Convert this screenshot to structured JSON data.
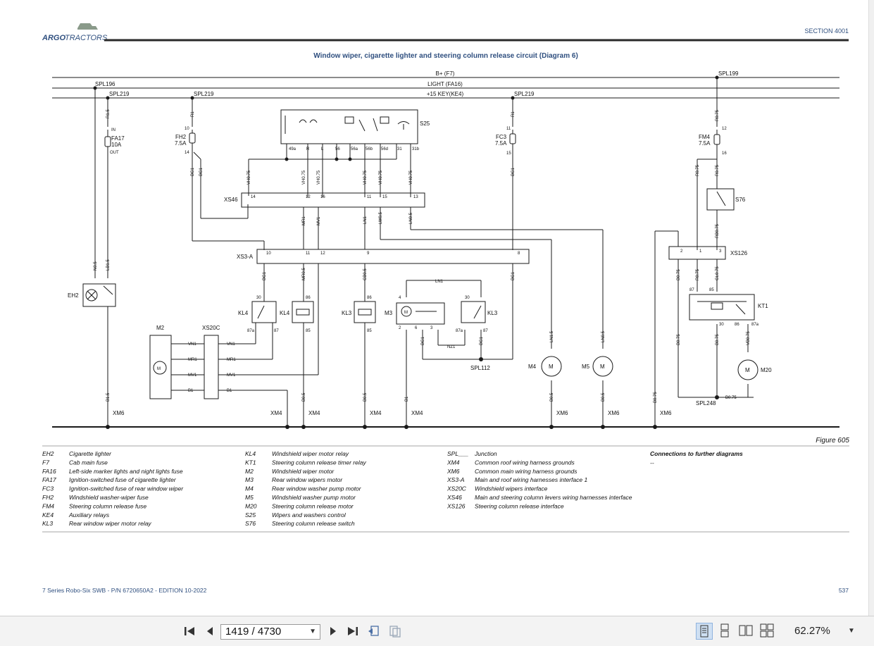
{
  "header": {
    "brand_main": "ARGO",
    "brand_sub": "TRACTORS",
    "section": "SECTION 4001",
    "title": "Window wiper, cigarette lighter and steering column release circuit (Diagram 6)"
  },
  "diagram": {
    "bus": {
      "b_plus": "B+ (F7)",
      "light": "LIGHT (FA16)",
      "key": "+15 KEY(KE4)",
      "spl196": "SPL196",
      "spl219": "SPL219",
      "spl199": "SPL199"
    },
    "fuses": {
      "fa17": "FA17",
      "fa17_rating": "10A",
      "fa17_in": "IN",
      "fa17_out": "OUT",
      "fh2": "FH2",
      "fh2_rating": "7.5A",
      "fh2_pin_top": "10",
      "fh2_pin_bot": "14",
      "fc3": "FC3",
      "fc3_rating": "7.5A",
      "fc3_pin_top": "11",
      "fc3_pin_bot": "15",
      "fm4": "FM4",
      "fm4_rating": "7.5A",
      "fm4_pin_top": "12",
      "fm4_pin_bot": "16"
    },
    "wires": {
      "r15": "R1.5",
      "r1a": "R1",
      "r1b": "R1",
      "r075": "R0.75",
      "n05": "N0.5",
      "lb15": "LB1.5",
      "bg1a": "BG1",
      "bg1b": "BG1",
      "bg1c": "BG1",
      "vh075": "VH0.75",
      "mr1": "MR1",
      "mv1": "MV1",
      "ln1": "LN1",
      "ln05": "LN0.5",
      "lw05": "LW0.5",
      "bg1d": "BG1",
      "bg1e": "BG1",
      "mr05": "MR0.5",
      "cb05": "CB0.5",
      "b1": "B1",
      "b05": "B0.5",
      "ln15": "LN1.5",
      "ln05b": "LN0.5",
      "b075": "B0.75",
      "rb075": "RB0.75",
      "gl075": "GL0.75",
      "vb075": "VB0.75"
    },
    "components": {
      "s25": "S25",
      "xs46": "XS46",
      "xs3a": "XS3-A",
      "eh2": "EH2",
      "m2": "M2",
      "xs20c": "XS20C",
      "kl4a": "KL4",
      "kl4b": "KL4",
      "kl3a": "KL3",
      "m3": "M3",
      "kl3b": "KL3",
      "m4": "M4",
      "m5": "M5",
      "s76": "S76",
      "xs126": "XS126",
      "kt1": "KT1",
      "m20": "M20",
      "spl112": "SPL112",
      "spl248": "SPL248",
      "motor": "M"
    },
    "s25_pins": [
      "49a",
      "R",
      "L",
      "56",
      "56a",
      "56b",
      "56d",
      "31",
      "31b"
    ],
    "xs46_pins": [
      "14",
      "12",
      "16",
      "11",
      "15",
      "13"
    ],
    "xs3a_pins": [
      "10",
      "11",
      "12",
      "9",
      "8"
    ],
    "xs126_pins": [
      "2",
      "1",
      "3"
    ],
    "relay_pins": {
      "p30": "30",
      "p86": "86",
      "p85": "85",
      "p87": "87",
      "p87a": "87a",
      "p4": "4",
      "p2": "2",
      "p6": "6",
      "p3": "3",
      "p1": "1"
    },
    "m2_signals": [
      "VN1",
      "MR1",
      "MV1",
      "B1"
    ],
    "grounds": {
      "xm6": "XM6",
      "xm4": "XM4"
    },
    "figure": "Figure 605"
  },
  "legend": {
    "col1": [
      {
        "code": "EH2",
        "desc": "Cigarette lighter"
      },
      {
        "code": "F7",
        "desc": "Cab main fuse"
      },
      {
        "code": "FA16",
        "desc": "Left-side marker lights and night lights fuse"
      },
      {
        "code": "FA17",
        "desc": "Ignition-switched fuse of cigarette lighter"
      },
      {
        "code": "FC3",
        "desc": "Ignition-switched fuse of rear window wiper"
      },
      {
        "code": "FH2",
        "desc": "Windshield washer-wiper fuse"
      },
      {
        "code": "FM4",
        "desc": "Steering column release fuse"
      },
      {
        "code": "KE4",
        "desc": "Auxiliary relays"
      },
      {
        "code": "KL3",
        "desc": "Rear window wiper motor relay"
      }
    ],
    "col2": [
      {
        "code": "KL4",
        "desc": "Windshield wiper motor relay"
      },
      {
        "code": "KT1",
        "desc": "Steering column release timer relay"
      },
      {
        "code": "M2",
        "desc": "Windshield wiper motor"
      },
      {
        "code": "M3",
        "desc": "Rear window wipers motor"
      },
      {
        "code": "M4",
        "desc": "Rear window washer pump motor"
      },
      {
        "code": "M5",
        "desc": "Windshield washer pump motor"
      },
      {
        "code": "M20",
        "desc": "Steering column release motor"
      },
      {
        "code": "S25",
        "desc": "Wipers and washers control"
      },
      {
        "code": "S76",
        "desc": "Steering column release switch"
      }
    ],
    "col3": [
      {
        "code": "SPL___",
        "desc": "Junction"
      },
      {
        "code": "XM4",
        "desc": "Common roof wiring harness grounds"
      },
      {
        "code": "XM6",
        "desc": "Common main wiring harness grounds"
      },
      {
        "code": "XS3-A",
        "desc": "Main and roof wiring harnesses interface 1"
      },
      {
        "code": "XS20C",
        "desc": "Windshield wipers interface"
      },
      {
        "code": "XS46",
        "desc": "Main and steering column levers wiring harnesses interface"
      },
      {
        "code": "XS126",
        "desc": "Steering column release interface"
      }
    ],
    "further_title": "Connections to further diagrams",
    "further_value": "--"
  },
  "footer": {
    "left": "7 Series Robo-Six SWB - P/N 6720650A2 - EDITION 10-2022",
    "page": "537"
  },
  "viewer": {
    "page_indicator": "1419 / 4730",
    "zoom": "62.27%"
  }
}
